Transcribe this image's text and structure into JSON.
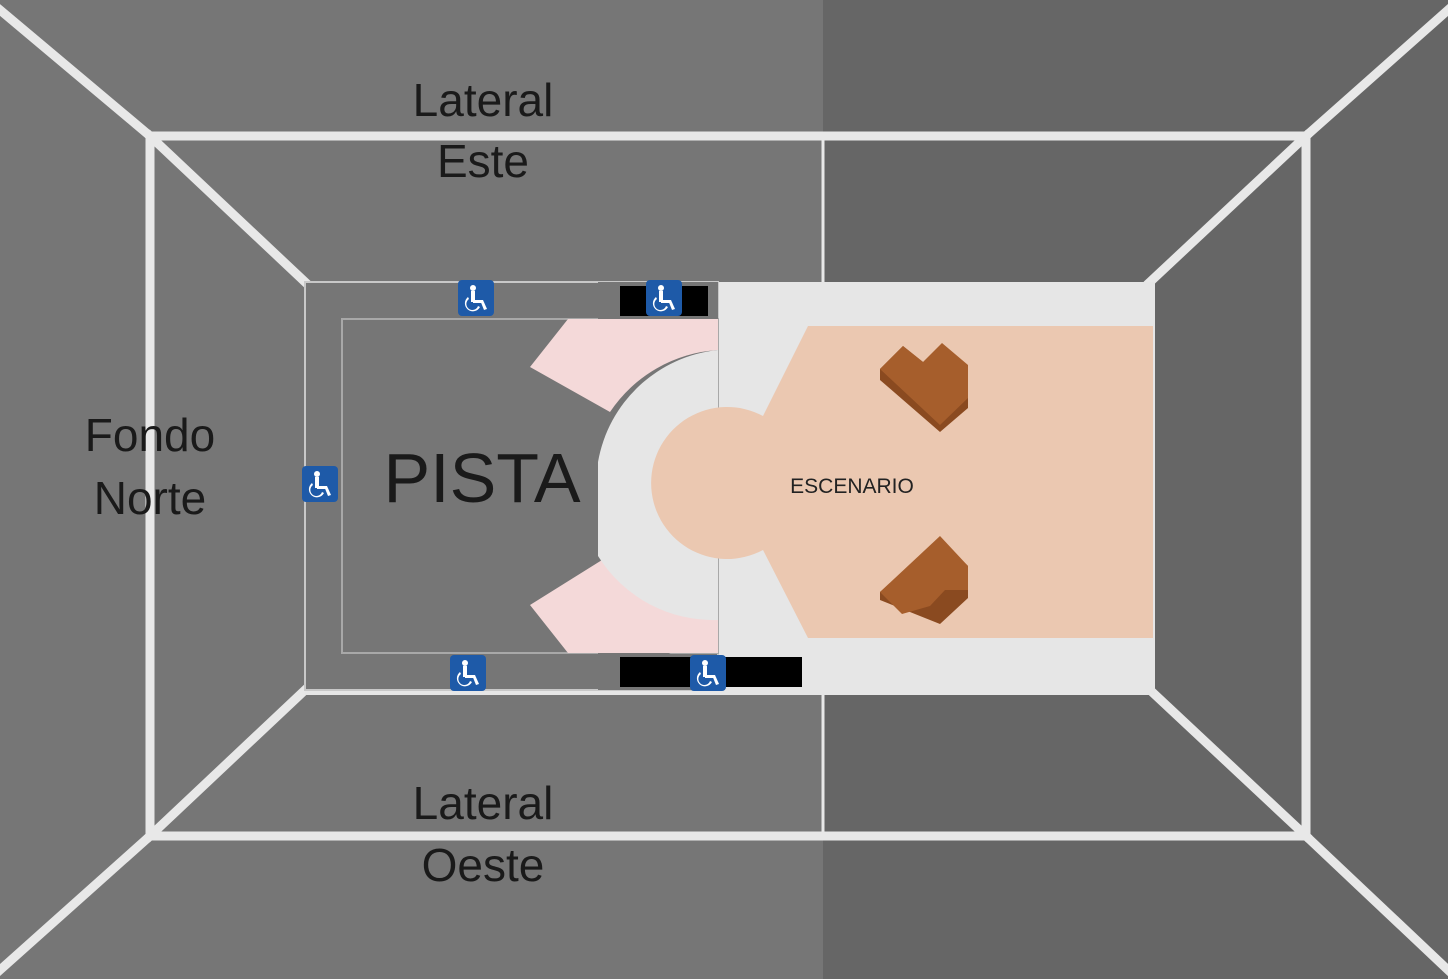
{
  "sections": {
    "lateral_este": {
      "line1": "Lateral",
      "line2": "Este"
    },
    "lateral_oeste": {
      "line1": "Lateral",
      "line2": "Oeste"
    },
    "fondo_norte": {
      "line1": "Fondo",
      "line2": "Norte"
    },
    "pista": "PISTA",
    "escenario": "ESCENARIO"
  },
  "icons": {
    "accessible_seating": "wheelchair-icon",
    "stage_equipment": "speaker-icon"
  },
  "colors": {
    "stands_left": "#767676",
    "stands_right": "#666666",
    "divider": "#e8e8e8",
    "floor_walkway": "#e6e6e6",
    "stage": "#ebc8b1",
    "stage_equipment": "#a65e2c",
    "pink_wings": "#f4d9d9",
    "accessible_badge": "#1e5aa8",
    "platform": "#000000"
  }
}
